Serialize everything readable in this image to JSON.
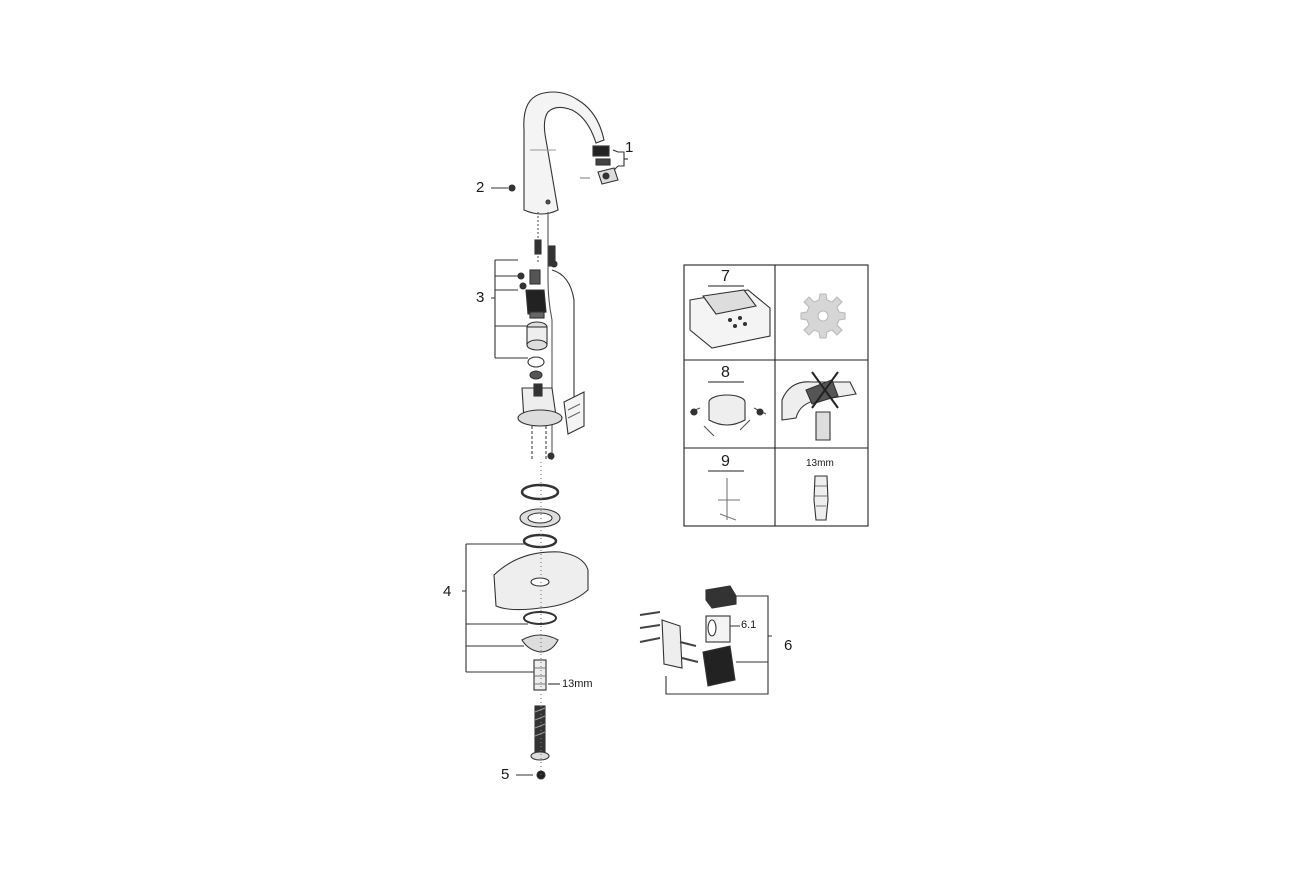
{
  "callouts": {
    "c1": "1",
    "c2": "2",
    "c3": "3",
    "c4": "4",
    "c5": "5",
    "c6": "6",
    "c61": "6.1",
    "size_main": "13mm"
  },
  "service_panel": {
    "cell_7": "7",
    "cell_8": "8",
    "cell_9": "9",
    "cell_13mm": "13mm"
  }
}
